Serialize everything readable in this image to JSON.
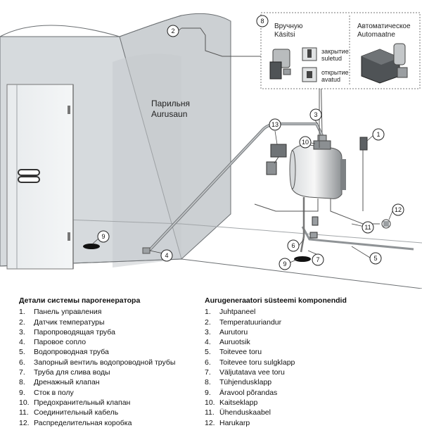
{
  "room_label": {
    "line1": "Парильня",
    "line2": "Aurusaun"
  },
  "inset": {
    "manual": {
      "line1": "Вручную",
      "line2": "Käsitsi"
    },
    "automatic": {
      "line1": "Автоматическое",
      "line2": "Automaatne"
    },
    "closed": {
      "line1": "закрытие",
      "line2": "suletud"
    },
    "open": {
      "line1": "открытие",
      "line2": "avatud"
    }
  },
  "callouts": [
    "1",
    "2",
    "3",
    "4",
    "5",
    "6",
    "7",
    "8",
    "9",
    "9",
    "10",
    "11",
    "12",
    "13"
  ],
  "legend_ru": {
    "title": "Детали системы парогенератора",
    "items": [
      {
        "num": "1.",
        "text": "Панель управления"
      },
      {
        "num": "2.",
        "text": "Датчик температуры"
      },
      {
        "num": "3.",
        "text": "Паропроводящая труба"
      },
      {
        "num": "4.",
        "text": "Паровое сопло"
      },
      {
        "num": "5.",
        "text": "Водопроводная труба"
      },
      {
        "num": "6.",
        "text": "Запорный вентиль водопроводной трубы"
      },
      {
        "num": "7.",
        "text": "Труба для слива воды"
      },
      {
        "num": "8.",
        "text": "Дренажный клапан"
      },
      {
        "num": "9.",
        "text": "Сток в полу"
      },
      {
        "num": "10.",
        "text": "Предохранительный клапан"
      },
      {
        "num": "11.",
        "text": "Соединительный кабель"
      },
      {
        "num": "12.",
        "text": "Распределительная коробка"
      }
    ]
  },
  "legend_et": {
    "title": "Aurugeneraatori süsteemi komponendid",
    "items": [
      {
        "num": "1.",
        "text": "Juhtpaneel"
      },
      {
        "num": "2.",
        "text": "Temperatuuriandur"
      },
      {
        "num": "3.",
        "text": "Aurutoru"
      },
      {
        "num": "4.",
        "text": "Auruotsik"
      },
      {
        "num": "5.",
        "text": "Toitevee toru"
      },
      {
        "num": "6.",
        "text": "Toitevee toru sulgklapp"
      },
      {
        "num": "7.",
        "text": "Väljutatava vee toru"
      },
      {
        "num": "8.",
        "text": "Tühjendusklapp"
      },
      {
        "num": "9.",
        "text": "Äravool põrandas"
      },
      {
        "num": "10.",
        "text": "Kaitseklapp"
      },
      {
        "num": "11.",
        "text": "Ühenduskaabel"
      },
      {
        "num": "12.",
        "text": "Harukarp"
      }
    ]
  }
}
